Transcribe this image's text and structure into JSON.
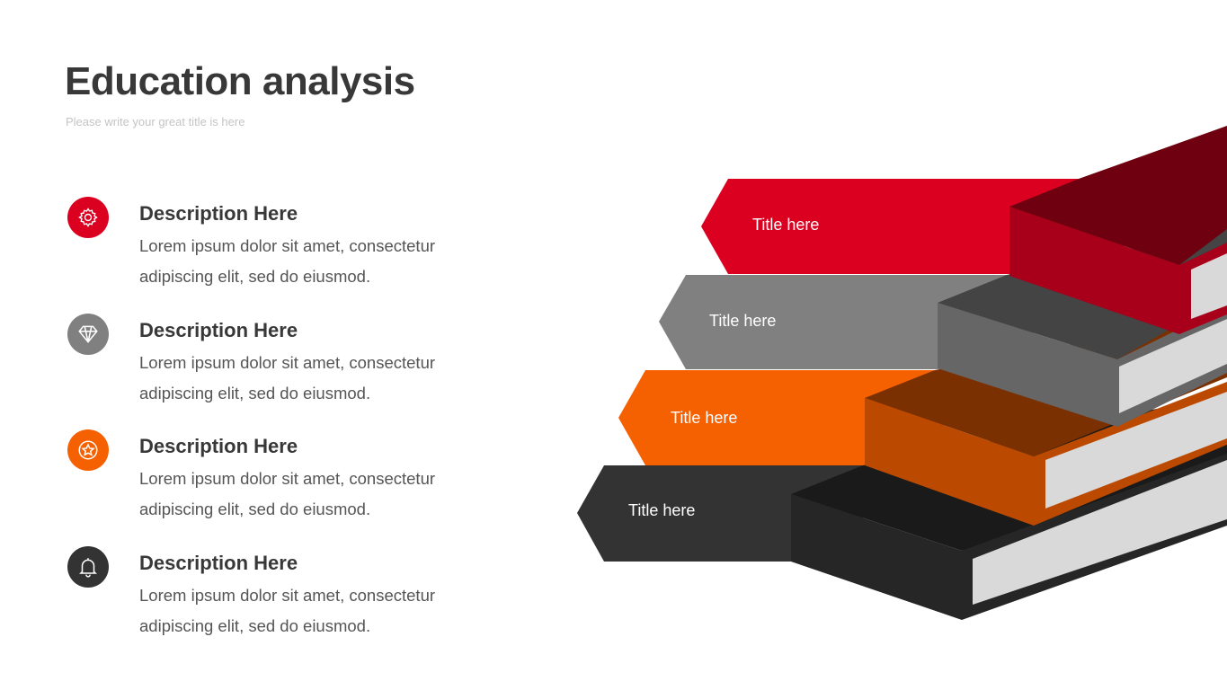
{
  "header": {
    "title": "Education analysis",
    "subtitle": "Please write your great title is here"
  },
  "items": [
    {
      "icon": "gear-icon",
      "color": "#dc0020",
      "heading": "Description Here",
      "body": "Lorem ipsum dolor sit amet, consectetur adipiscing elit, sed do eiusmod."
    },
    {
      "icon": "diamond-icon",
      "color": "#808080",
      "heading": "Description Here",
      "body": "Lorem ipsum dolor sit amet, consectetur adipiscing elit, sed do eiusmod."
    },
    {
      "icon": "star-badge-icon",
      "color": "#f56000",
      "heading": "Description Here",
      "body": "Lorem ipsum dolor sit amet, consectetur adipiscing elit, sed do eiusmod."
    },
    {
      "icon": "bell-icon",
      "color": "#333333",
      "heading": "Description Here",
      "body": "Lorem ipsum dolor sit amet, consectetur adipiscing elit, sed do eiusmod."
    }
  ],
  "books": [
    {
      "label": "Title here",
      "color": "#dc0020"
    },
    {
      "label": "Title here",
      "color": "#808080"
    },
    {
      "label": "Title here",
      "color": "#f56000"
    },
    {
      "label": "Title here",
      "color": "#333333"
    }
  ]
}
